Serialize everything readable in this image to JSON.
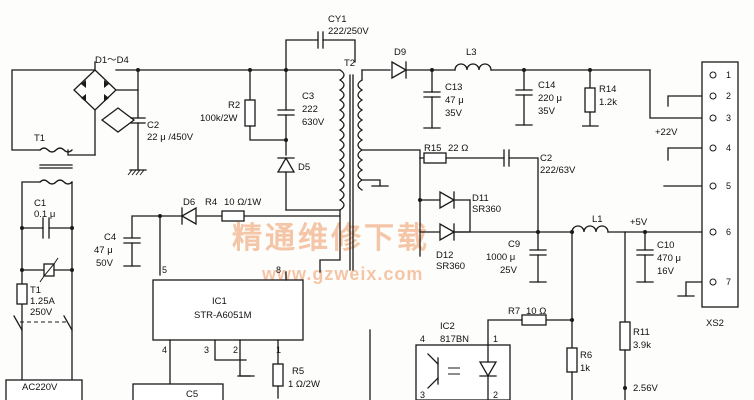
{
  "watermark": {
    "cn": "精通维修下载",
    "url": "www.gzweix.com"
  },
  "components": {
    "bridge": "D1～D4",
    "t1": "T1",
    "c1": "C1",
    "c1_val": "0.1 μ",
    "fuse": "T1",
    "fuse_val1": "1.25A",
    "fuse_val2": "250V",
    "mains": "AC220V",
    "c2": "C2",
    "c2_val": "22 μ /450V",
    "r2": "R2",
    "r2_val": "100k/2W",
    "c3": "C3",
    "c3_val1": "222",
    "c3_val2": "630V",
    "d5": "D5",
    "cy1": "CY1",
    "cy1_val": "222/250V",
    "t2": "T2",
    "d9": "D9",
    "l3": "L3",
    "c13": "C13",
    "c13_val1": "47 μ",
    "c13_val2": "35V",
    "c14": "C14",
    "c14_val1": "220 μ",
    "c14_val2": "35V",
    "r14": "R14",
    "r14_val": "1.2k",
    "v22": "+22V",
    "r15": "R15",
    "r15_val": "22 Ω",
    "c2b": "C2",
    "c2b_val": "222/63V",
    "d11": "D11",
    "d11_val": "SR360",
    "d12": "D12",
    "d12_val": "SR360",
    "c9": "C9",
    "c9_val1": "1000 μ",
    "c9_val2": "25V",
    "l1": "L1",
    "v5": "+5V",
    "c10": "C10",
    "c10_val1": "470 μ",
    "c10_val2": "16V",
    "d6": "D6",
    "r4": "R4",
    "r4_val": "10 Ω/1W",
    "c4": "C4",
    "c4_val1": "47 μ",
    "c4_val2": "50V",
    "ic1": "IC1",
    "ic1_val": "STR-A6051M",
    "r5": "R5",
    "r5_val": "1 Ω/2W",
    "c5": "C5",
    "r7": "R7",
    "r7_val": "10 Ω",
    "ic2": "IC2",
    "ic2_val": "817BN",
    "r6": "R6",
    "r6_val": "1k",
    "r11": "R11",
    "r11_val": "3.9k",
    "v256": "2.56V",
    "xs2": "XS2"
  },
  "pins": {
    "ic1": [
      "5",
      "8",
      "4",
      "3",
      "2",
      "1"
    ],
    "ic2": [
      "4",
      "1",
      "3",
      "2"
    ],
    "xs2": [
      "1",
      "2",
      "3",
      "4",
      "5",
      "6",
      "7"
    ]
  }
}
